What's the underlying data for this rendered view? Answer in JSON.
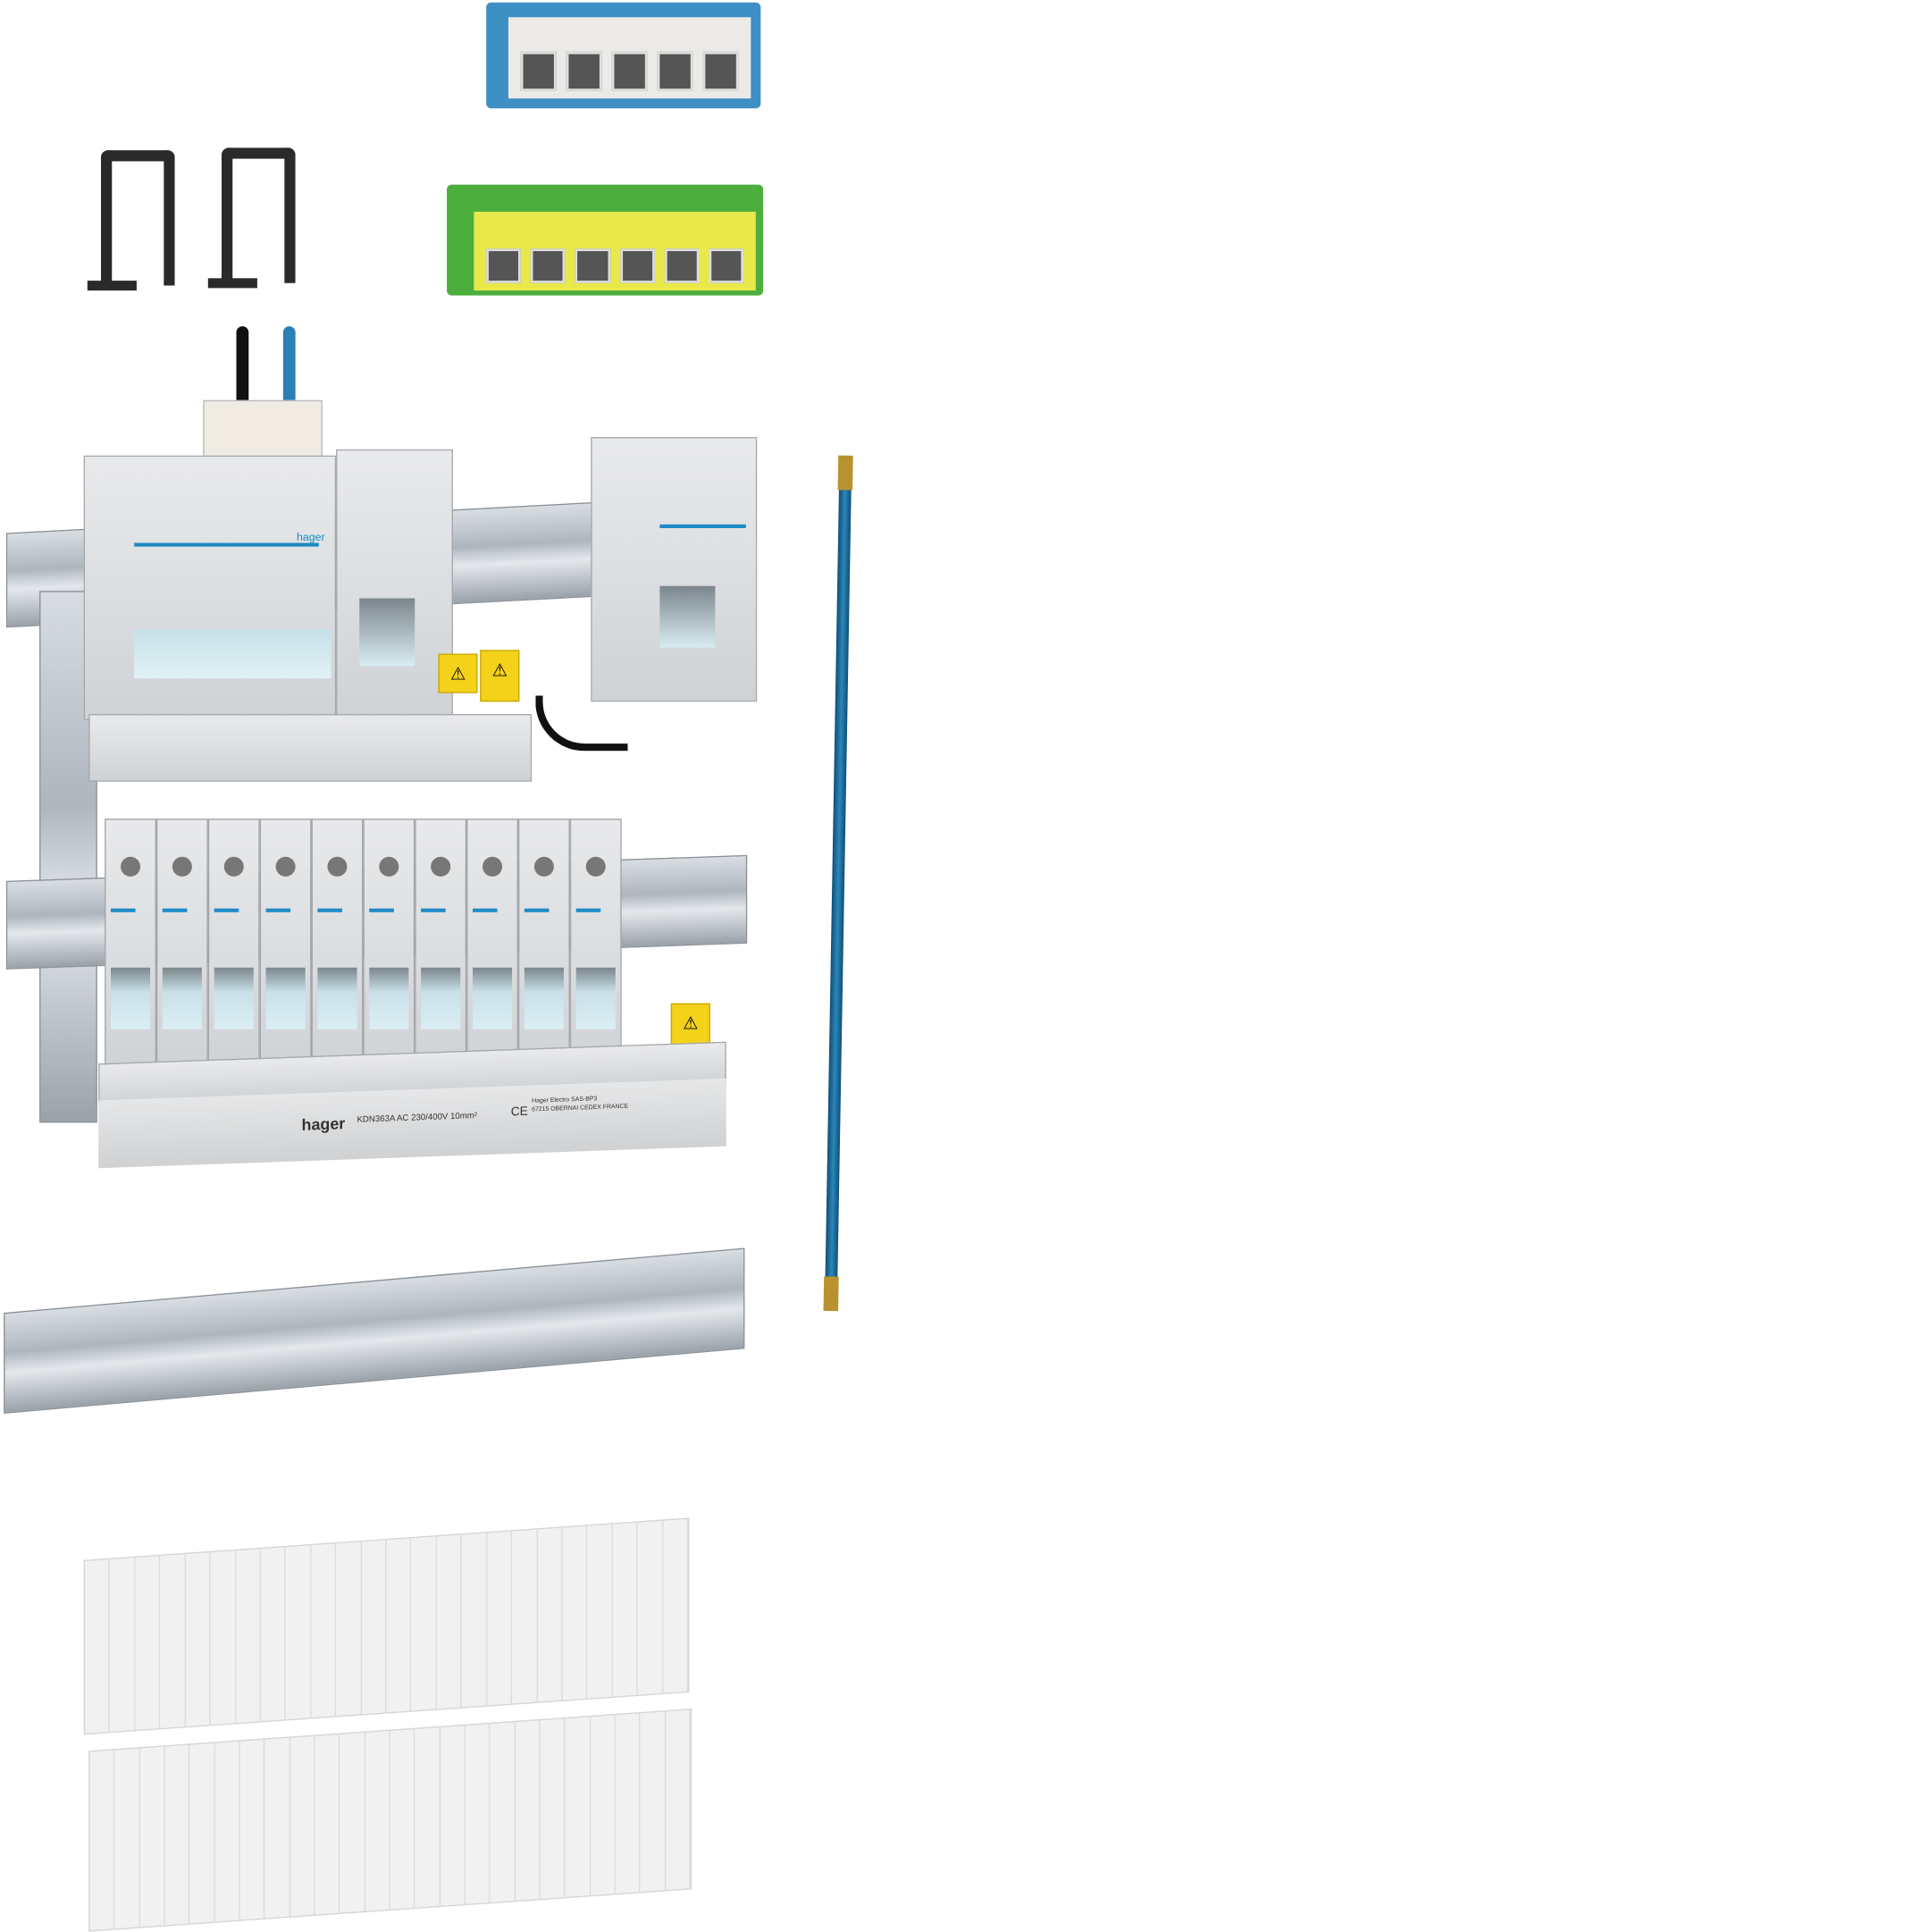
{
  "product": {
    "brand_logo": "hager",
    "label_text": "KDN363A  AC 230/400V  10mm²",
    "ce_mark": "CE",
    "manufacturer_line1": "Hager Electro SAS-BP3",
    "manufacturer_line2": "67215 OBERNAI CEDEX FRANCE",
    "module_brand": "hager",
    "warning_symbol": "⚠"
  },
  "colors": {
    "blue_terminal": "#3d8fc4",
    "green_terminal": "#4cae3c",
    "yellow_terminal": "#e8e84a",
    "wire_blue": "#1f6f9f"
  }
}
